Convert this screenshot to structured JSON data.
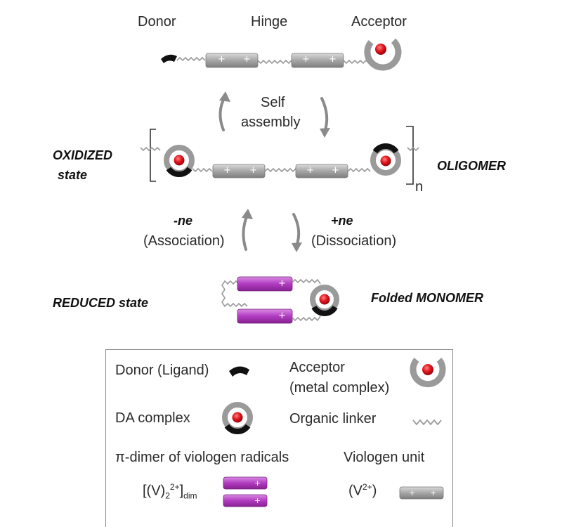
{
  "top_labels": {
    "donor": "Donor",
    "hinge": "Hinge",
    "acceptor": "Acceptor"
  },
  "self_assembly": {
    "line1": "Self",
    "line2": "assembly"
  },
  "oxidized": {
    "line1": "OXIDIZED",
    "line2": "state"
  },
  "oligomer": {
    "label": "OLIGOMER",
    "subscript": "n"
  },
  "step_assoc": {
    "sign": "-ne",
    "text": "(Association)"
  },
  "step_dissoc": {
    "sign": "+ne",
    "text": "(Dissociation)"
  },
  "reduced": {
    "label": "REDUCED state"
  },
  "folded": {
    "label": "Folded MONOMER"
  },
  "legend": {
    "donor": "Donor (Ligand)",
    "acceptor_line1": "Acceptor",
    "acceptor_line2": "(metal complex)",
    "da_complex": "DA complex",
    "organic_linker": "Organic linker",
    "pi_dimer": "π-dimer of viologen radicals",
    "viologen_unit": "Viologen unit",
    "dimer_formula": {
      "pre": "[(V)",
      "sub1": "2",
      "sup": "2+",
      "mid": "]",
      "sub2": "dim"
    },
    "viologen_formula": {
      "pre": "(V",
      "sup": "2+",
      "post": ")"
    }
  },
  "colors": {
    "viologen": "#a9a9a9",
    "radical_dimer": "#b53cc4",
    "acceptor_core": "#d8141c",
    "donor": "#111111",
    "ring": "#9a9a9a"
  }
}
